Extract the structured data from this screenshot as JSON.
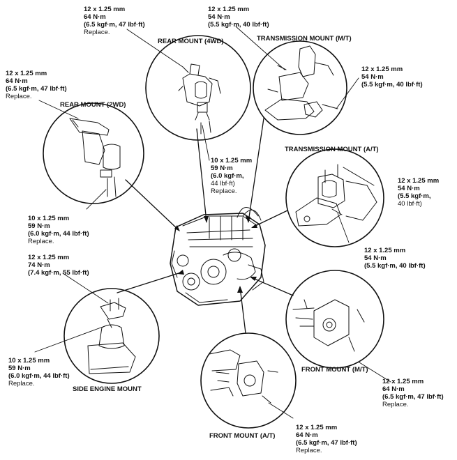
{
  "titles": {
    "rear_mount_4wd": "REAR MOUNT (4WD)",
    "transmission_mount_mt": "TRANSMISSION MOUNT (M/T)",
    "rear_mount_2wd": "REAR MOUNT (2WD)",
    "transmission_mount_at": "TRANSMISSION MOUNT (A/T)",
    "side_engine_mount": "SIDE ENGINE MOUNT",
    "front_mount_mt": "FRONT MOUNT (M/T)",
    "front_mount_at": "FRONT MOUNT (A/T)"
  },
  "specs": {
    "rear4wd_top": {
      "size": "12 x 1.25 mm",
      "torque": "64 N·m",
      "alt": "(6.5 kgf·m, 47 lbf·ft)",
      "note": "Replace."
    },
    "transmt_top": {
      "size": "12 x 1.25 mm",
      "torque": "54 N·m",
      "alt": "(5.5 kgf·m, 40 lbf·ft)"
    },
    "rear2wd_top": {
      "size": "12 x 1.25 mm",
      "torque": "64 N·m",
      "alt": "(6.5 kgf·m, 47 lbf·ft)",
      "note": "Replace."
    },
    "transmt_right": {
      "size": "12 x 1.25 mm",
      "torque": "54 N·m",
      "alt": "(5.5 kgf·m, 40 lbf·ft)"
    },
    "rear4wd_bottom": {
      "size": "10 x 1.25 mm",
      "torque": "59 N·m",
      "alt1": "(6.0 kgf·m,",
      "alt2": "44 lbf·ft)",
      "note": "Replace."
    },
    "transat_top": {
      "size": "12 x 1.25 mm",
      "torque": "54 N·m",
      "alt1": "(5.5 kgf·m,",
      "alt2": "40 lbf·ft)"
    },
    "rear2wd_bottom": {
      "size": "10 x 1.25 mm",
      "torque": "59 N·m",
      "alt": "(6.0 kgf·m, 44 lbf·ft)",
      "note": "Replace."
    },
    "transat_bottom": {
      "size": "12 x 1.25 mm",
      "torque": "54 N·m",
      "alt": "(5.5 kgf·m, 40 lbf·ft)"
    },
    "side_top": {
      "size": "12 x 1.25 mm",
      "torque": "74 N·m",
      "alt": "(7.4 kgf·m, 55 lbf·ft)"
    },
    "side_bottom": {
      "size": "10 x 1.25 mm",
      "torque": "59 N·m",
      "alt": "(6.0 kgf·m, 44 lbf·ft)",
      "note": "Replace."
    },
    "frontmt": {
      "size": "12 x 1.25 mm",
      "torque": "64 N·m",
      "alt": "(6.5 kgf·m, 47 lbf·ft)",
      "note": "Replace."
    },
    "frontat": {
      "size": "12 x 1.25 mm",
      "torque": "64 N·m",
      "alt": "(6.5 kgf·m, 47 lbf·ft)",
      "note": "Replace."
    }
  }
}
